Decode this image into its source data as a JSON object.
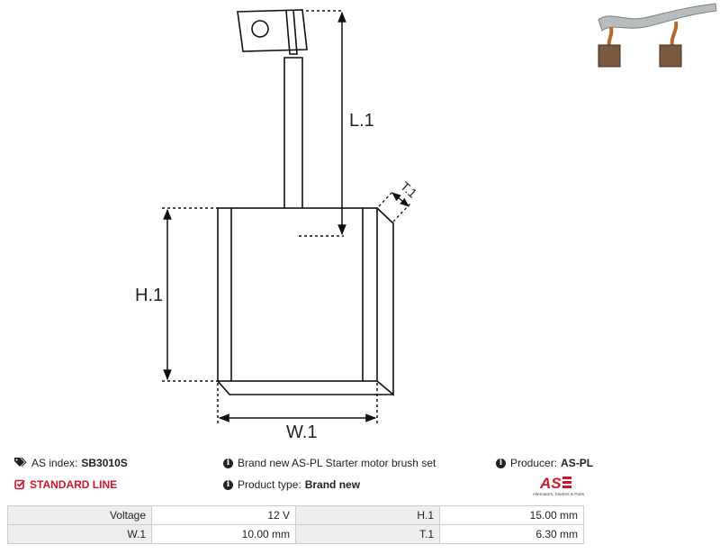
{
  "drawing": {
    "labels": {
      "l1": "L.1",
      "h1": "H.1",
      "w1": "W.1",
      "t1": "T.1"
    }
  },
  "product": {
    "as_index_label": "AS index:",
    "as_index_value": "SB3010S",
    "line": "STANDARD LINE",
    "description": "Brand new AS-PL Starter motor brush set",
    "product_type_label": "Product type:",
    "product_type_value": "Brand new",
    "producer_label": "Producer:",
    "producer_value": "AS-PL"
  },
  "logo": {
    "mark": "AS",
    "tagline": "Alternators, Starters & Parts",
    "color": "#d0152c"
  },
  "specs": [
    {
      "k1": "Voltage",
      "v1": "12 V",
      "k2": "H.1",
      "v2": "15.00 mm"
    },
    {
      "k1": "W.1",
      "v1": "10.00 mm",
      "k2": "T.1",
      "v2": "6.30 mm"
    }
  ]
}
